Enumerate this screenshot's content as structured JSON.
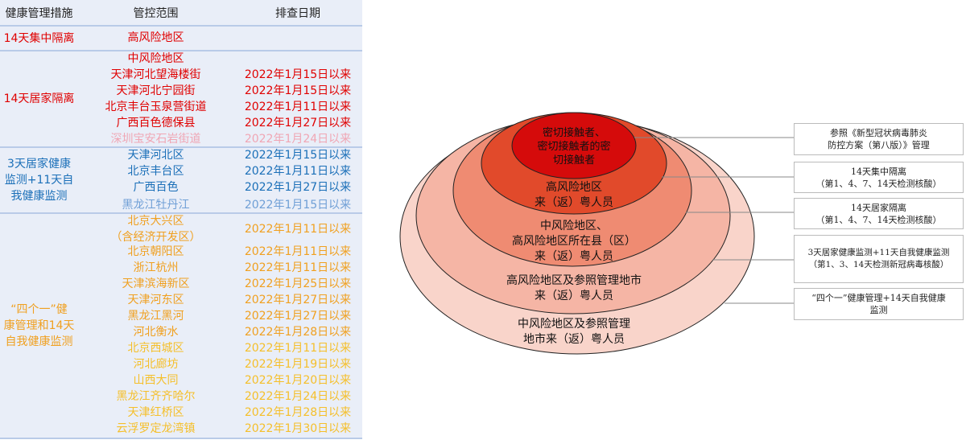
{
  "table": {
    "headers": [
      "健康管理措施",
      "管控范围",
      "排查日期"
    ],
    "sections": [
      {
        "measure": [
          "14天集中隔离"
        ],
        "color": "#e00000",
        "rows": [
          {
            "area": [
              "高风险地区"
            ],
            "date": ""
          }
        ]
      },
      {
        "measure": [
          "14天居家隔离"
        ],
        "color": "#e00000",
        "rows": [
          {
            "area": [
              "中风险地区"
            ],
            "date": ""
          },
          {
            "area": [
              "天津河北望海楼街"
            ],
            "date": "2022年1月15日以来"
          },
          {
            "area": [
              "天津河北宁园街"
            ],
            "date": "2022年1月15日以来"
          },
          {
            "area": [
              "北京丰台玉泉营街道"
            ],
            "date": "2022年1月11日以来"
          },
          {
            "area": [
              "广西百色德保县"
            ],
            "date": "2022年1月27日以来"
          },
          {
            "area": [
              "深圳宝安石岩街道"
            ],
            "date": "2022年1月24日以来",
            "faded": "#f0a6b4"
          }
        ]
      },
      {
        "measure": [
          "3天居家健康",
          "监测+11天自",
          "我健康监测"
        ],
        "color": "#1a6fb8",
        "rows": [
          {
            "area": [
              "天津河北区"
            ],
            "date": "2022年1月15日以来"
          },
          {
            "area": [
              "北京丰台区"
            ],
            "date": "2022年1月11日以来"
          },
          {
            "area": [
              "广西百色"
            ],
            "date": "2022年1月27日以来"
          },
          {
            "area": [
              "黑龙江牡丹江"
            ],
            "date": "2022年1月15日以来",
            "faded": "#6f9fd6"
          }
        ]
      },
      {
        "measure": [
          "“四个一”健",
          "康管理和14天",
          "自我健康监测"
        ],
        "color": "#f0a020",
        "rows": [
          {
            "area": [
              "北京大兴区",
              "（含经济开发区）"
            ],
            "date": "2022年1月11日以来"
          },
          {
            "area": [
              "北京朝阳区"
            ],
            "date": "2022年1月11日以来"
          },
          {
            "area": [
              "浙江杭州"
            ],
            "date": "2022年1月11日以来"
          },
          {
            "area": [
              "天津滨海新区"
            ],
            "date": "2022年1月25日以来"
          },
          {
            "area": [
              "天津河东区"
            ],
            "date": "2022年1月27日以来"
          },
          {
            "area": [
              "黑龙江黑河"
            ],
            "date": "2022年1月27日以来"
          },
          {
            "area": [
              "河北衡水"
            ],
            "date": "2022年1月28日以来"
          },
          {
            "area": [
              "北京西城区"
            ],
            "date": "2022年1月11日以来",
            "faded": "#f5bf2a"
          },
          {
            "area": [
              "河北廊坊"
            ],
            "date": "2022年1月19日以来",
            "faded": "#f5bf2a"
          },
          {
            "area": [
              "山西大同"
            ],
            "date": "2022年1月20日以来",
            "faded": "#f5bf2a"
          },
          {
            "area": [
              "黑龙江齐齐哈尔"
            ],
            "date": "2022年1月24日以来",
            "faded": "#f5bf2a"
          },
          {
            "area": [
              "天津红桥区"
            ],
            "date": "2022年1月28日以来",
            "faded": "#f5bf2a"
          },
          {
            "area": [
              "云浮罗定龙湾镇"
            ],
            "date": "2022年1月30日以来",
            "faded": "#f5bf2a"
          }
        ]
      }
    ]
  },
  "diagram": {
    "rings": [
      {
        "lines": [
          "中风险地区及参照管理",
          "地市来（返）粤人员"
        ],
        "color": "#f9d4ca"
      },
      {
        "lines": [
          "高风险地区及参照管理地市",
          "来（返）粤人员"
        ],
        "color": "#f5b5a5"
      },
      {
        "lines": [
          "中风险地区、",
          "高风险地区所在县（区）",
          "来（返）粤人员"
        ],
        "color": "#ef8b72"
      },
      {
        "lines": [
          "高风险地区",
          "来（返）粤人员"
        ],
        "color": "#e14a2b"
      },
      {
        "lines": [
          "密切接触者、",
          "密切接触者的密",
          "切接触者"
        ],
        "color": "#d50b0b"
      }
    ],
    "boxes": [
      [
        "参照《新型冠状病毒肺炎",
        "防控方案（第八版）》管理"
      ],
      [
        "14天集中隔离",
        "（第1、4、7、14天检测核酸）"
      ],
      [
        "14天居家隔离",
        "（第1、4、7、14天检测核酸）"
      ],
      [
        "3天居家健康监测+11天自我健康监测",
        "（第1、3、14天检测新冠病毒核酸）"
      ],
      [
        "“四个一”健康管理+14天自我健康",
        "监测"
      ]
    ]
  }
}
